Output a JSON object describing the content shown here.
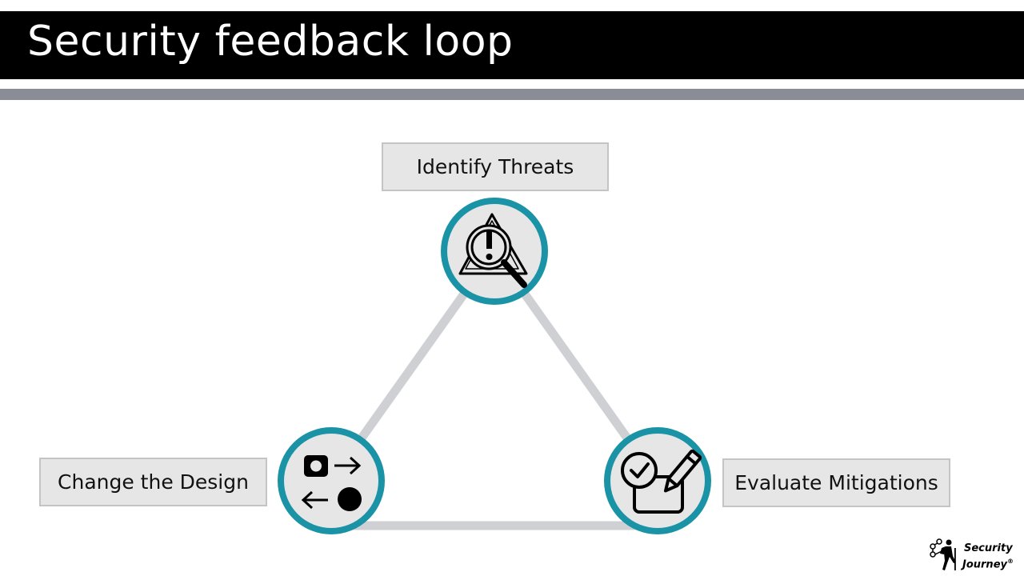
{
  "title": "Security feedback loop",
  "nodes": {
    "identify": {
      "label": "Identify Threats",
      "icon": "threat-search-icon"
    },
    "change": {
      "label": "Change the Design",
      "icon": "swap-shapes-icon"
    },
    "evaluate": {
      "label": "Evaluate Mitigations",
      "icon": "checklist-edit-icon"
    }
  },
  "logo": {
    "line1": "Security",
    "line2": "Journey",
    "mark": "®"
  },
  "colors": {
    "title_bar": "#000000",
    "rule": "#8a8d96",
    "ring": "#1a93a6",
    "circle_fill": "#e6e6e7",
    "connector": "#cfd0d3",
    "box_fill": "#e6e6e7",
    "box_border": "#c4c4c7"
  }
}
